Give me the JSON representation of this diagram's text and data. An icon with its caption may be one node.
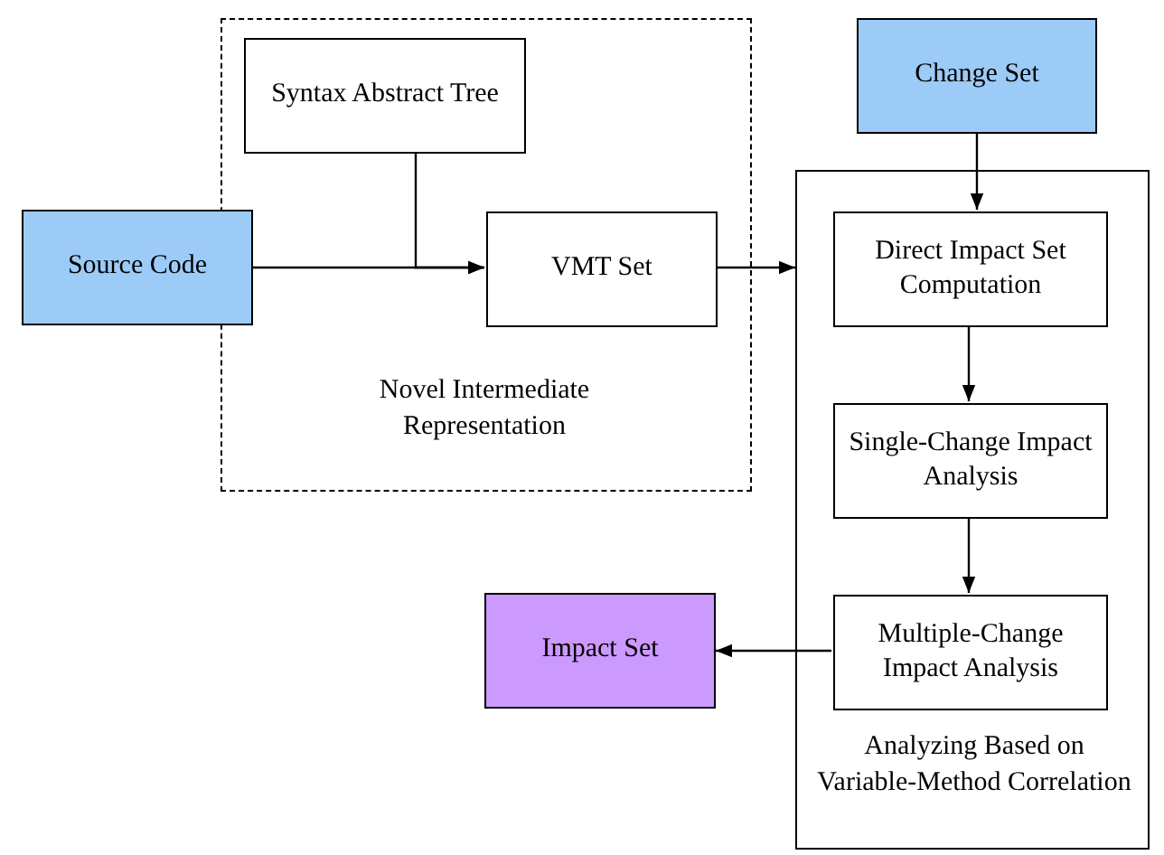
{
  "diagram": {
    "nodes": [
      {
        "text": [
          "Novel Intermediate Representation"
        ]
      },
      {
        "text": [
          "Syntax Abstract Tree"
        ],
        "in": 0
      },
      {
        "text": [
          "VMT Set"
        ],
        "in": 0
      },
      {
        "text": [
          "Source  Code"
        ]
      },
      {
        "text": [
          "Change Set"
        ]
      },
      {
        "text": [
          "Analyzing Based on Variable-Method Correlation"
        ]
      },
      {
        "text": [
          "Direct Impact Set Computation"
        ],
        "in": 5
      },
      {
        "text": [
          "Single-Change Impact Analysis"
        ],
        "in": 5
      },
      {
        "text": [
          "Multiple-Change Impact Analysis"
        ],
        "in": 5
      },
      {
        "text": [
          "Impact Set"
        ]
      }
    ],
    "edges": [
      {
        "from": 3,
        "to": 2,
        "arrow": "to"
      },
      {
        "from": 1,
        "to": 2,
        "arrow": "to"
      },
      {
        "from": 2,
        "to": 5,
        "arrow": "to"
      },
      {
        "from": 4,
        "to": 6,
        "arrow": "to"
      },
      {
        "from": 6,
        "to": 7,
        "arrow": "to"
      },
      {
        "from": 7,
        "to": 8,
        "arrow": "to"
      },
      {
        "from": 8,
        "to": 9,
        "arrow": "to"
      }
    ]
  }
}
